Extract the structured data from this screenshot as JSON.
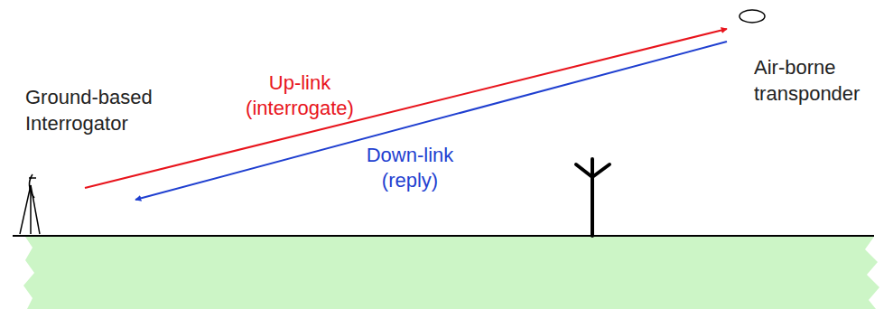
{
  "diagram": {
    "nodes": [
      {
        "text": [
          "Ground-based Interrogator"
        ]
      },
      {
        "text": [
          "Air-borne transponder"
        ]
      }
    ],
    "edges": [
      {
        "from": 0,
        "to": 1,
        "arrow": "to",
        "label": "Up-link (interrogate)"
      },
      {
        "from": 1,
        "to": 0,
        "arrow": "to",
        "label": "Down-link (reply)"
      }
    ]
  }
}
